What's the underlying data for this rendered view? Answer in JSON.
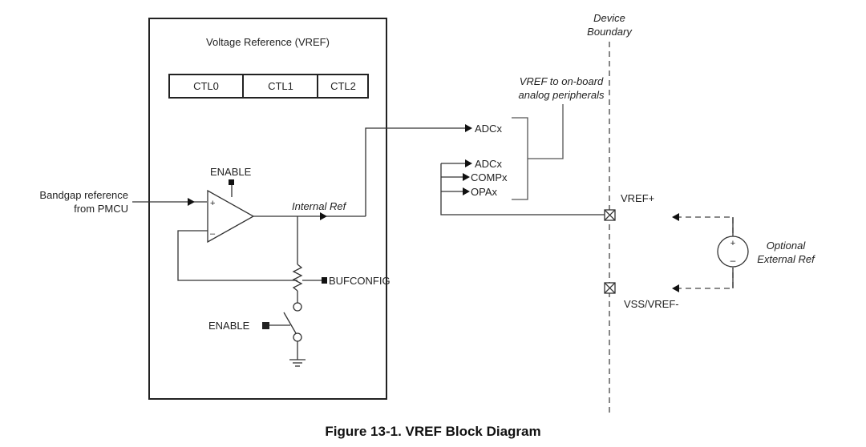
{
  "figure": {
    "caption": "Figure 13-1. VREF Block Diagram"
  },
  "vref_block": {
    "title": "Voltage Reference (VREF)",
    "registers": [
      "CTL0",
      "CTL1",
      "CTL2"
    ],
    "opamp_enable_label": "ENABLE",
    "internal_ref_label": "Internal Ref",
    "bufconfig_label": "BUFCONFIG",
    "switch_enable_label": "ENABLE",
    "opamp_plus": "+",
    "opamp_minus": "–"
  },
  "input": {
    "line1": "Bandgap reference",
    "line2": "from PMCU"
  },
  "peripherals": {
    "note_line1": "VREF to on-board",
    "note_line2": "analog peripherals",
    "internal_targets": [
      "ADCx"
    ],
    "pin_targets": [
      "ADCx",
      "COMPx",
      "OPAx"
    ]
  },
  "boundary": {
    "line1": "Device",
    "line2": "Boundary"
  },
  "pins": {
    "vref_plus": "VREF+",
    "vss_vref_minus": "VSS/VREF-"
  },
  "external_ref": {
    "line1": "Optional",
    "line2": "External Ref",
    "plus": "+",
    "minus": "–"
  }
}
